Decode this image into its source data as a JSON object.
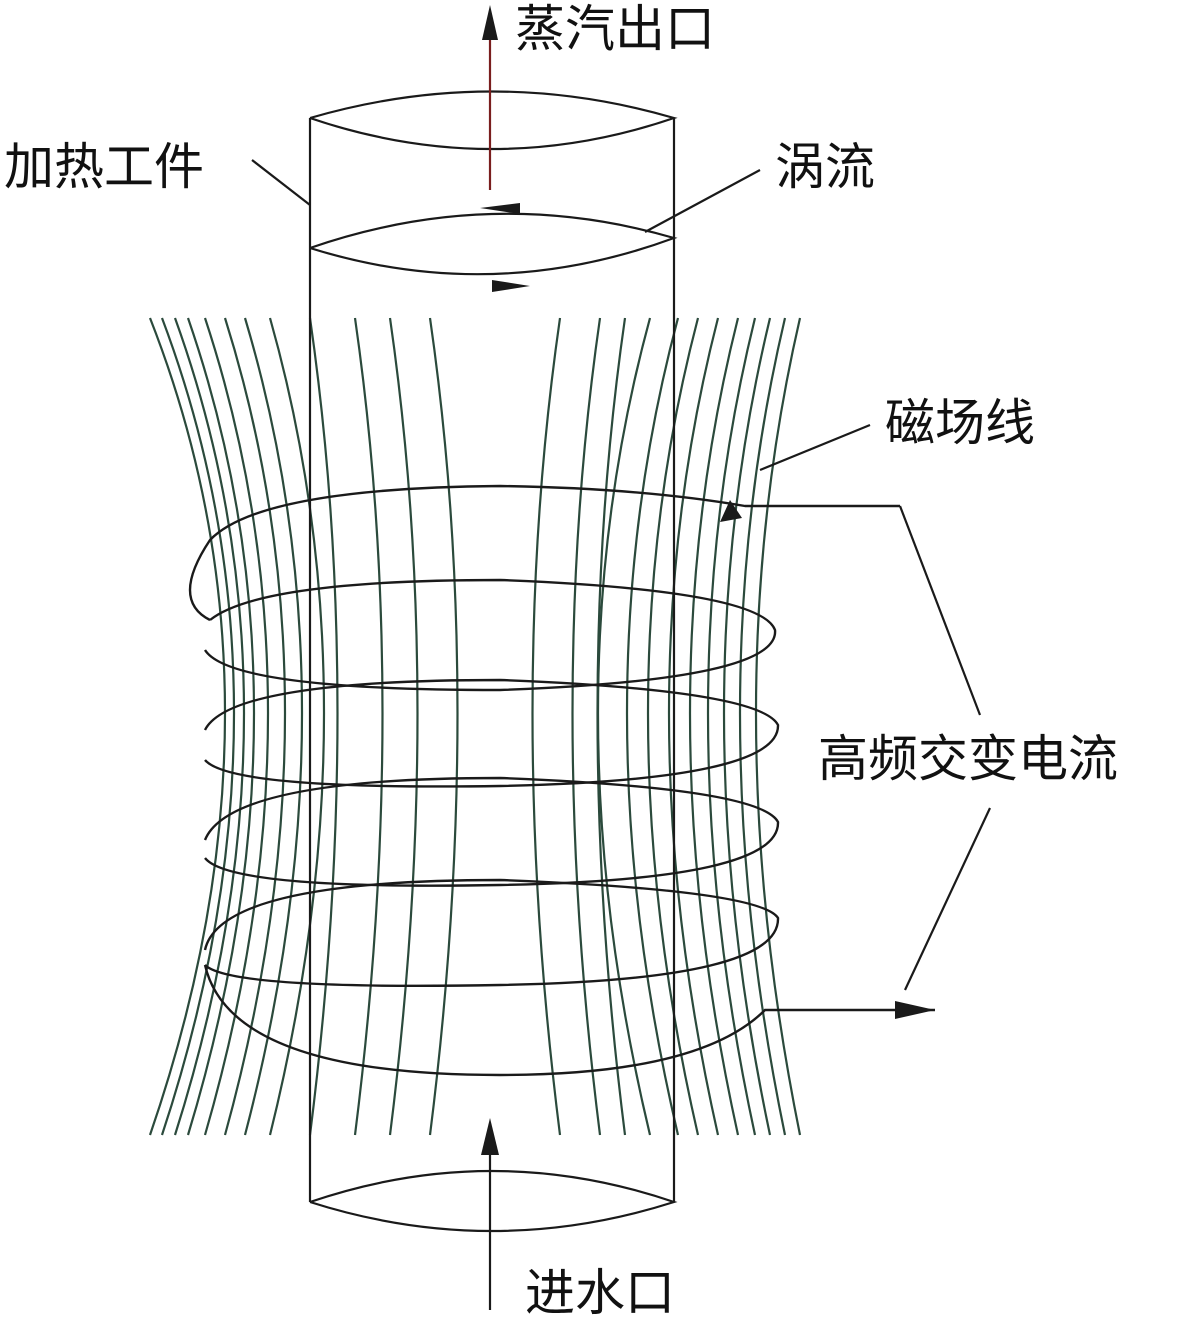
{
  "labels": {
    "steam_outlet": "蒸汽出口",
    "heated_workpiece": "加热工件",
    "eddy_current": "涡流",
    "magnetic_field_lines": "磁场线",
    "hf_alternating_current": "高频交变电流",
    "water_inlet": "进水口"
  },
  "colors": {
    "stroke": "#1a1a1a",
    "field_line": "#2b4a3c",
    "flow_arrow": "#7a1e1e"
  },
  "icons": {
    "flow_arrow": "arrow-up-icon",
    "eddy_arrow": "arrow-head-icon"
  }
}
